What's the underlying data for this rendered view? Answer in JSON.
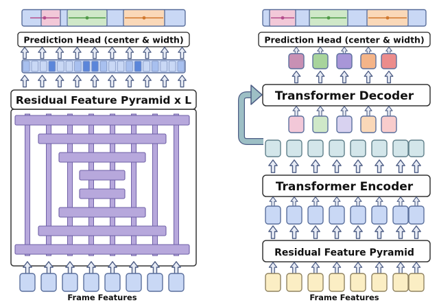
{
  "left": {
    "prediction_head": "Prediction Head (center & width)",
    "pyramid_title": "Residual Feature Pyramid x L",
    "frame_features": "Frame Features"
  },
  "right": {
    "prediction_head": "Prediction Head (center & width)",
    "decoder": "Transformer Decoder",
    "encoder": "Transformer Encoder",
    "pyramid": "Residual Feature Pyramid",
    "frame_features": "Frame Features"
  },
  "colors": {
    "token_blue": "#c9d8f5",
    "token_stroke": "#5a6f9c",
    "pyramid_bar": "#b7a8dc",
    "pyramid_stroke": "#6e5fa6",
    "frame_yellow": "#fbeec4",
    "encoded_teal": "#d3e6ea",
    "arrow_fill": "#e8ecf5",
    "arrow_stroke": "#4c5c84",
    "feedback_arrow": "#9dbfc5",
    "pink": "#f2c8d8",
    "green": "#cfe8c8",
    "lilac": "#d8d2f0",
    "orange": "#fad8b8",
    "rose": "#f8cccc",
    "decoder_mauve": "#c890b4",
    "decoder_green": "#a8d49c",
    "decoder_purple": "#a896d8",
    "decoder_orange": "#f4b488",
    "decoder_red": "#ec8c8c"
  }
}
